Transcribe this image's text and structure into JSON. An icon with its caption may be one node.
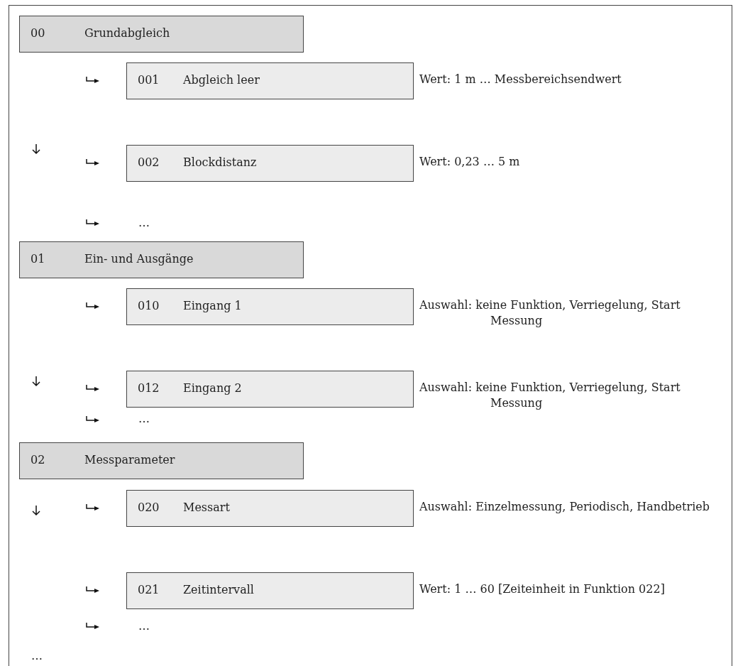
{
  "diagram": {
    "nodes": [
      {
        "text": [
          "00",
          "Grundabgleich"
        ]
      },
      {
        "text": [
          "001",
          "Abgleich leer"
        ],
        "beside": [
          "Wert: 1 m … Messbereichsendwert"
        ]
      },
      {
        "text": [
          "002",
          "Blockdistanz"
        ],
        "beside": [
          "Wert: 0,23 … 5 m"
        ]
      },
      {
        "text": [
          "01",
          "Ein- und Ausgänge"
        ]
      },
      {
        "text": [
          "010",
          "Eingang 1"
        ],
        "beside": [
          "Auswahl: keine Funktion, Verriegelung, Start Messung"
        ]
      },
      {
        "text": [
          "012",
          "Eingang 2"
        ],
        "beside": [
          "Auswahl: keine Funktion, Verriegelung, Start Messung"
        ]
      },
      {
        "text": [
          "02",
          "Messparameter"
        ]
      },
      {
        "text": [
          "020",
          "Messart"
        ],
        "beside": [
          "Auswahl: Einzelmessung, Periodisch, Handbetrieb"
        ]
      },
      {
        "text": [
          "021",
          "Zeitintervall"
        ],
        "beside": [
          "Wert: 1 … 60 [Zeiteinheit in Funktion 022]"
        ]
      }
    ],
    "labels": [
      "…",
      "…",
      "…",
      "…"
    ]
  }
}
